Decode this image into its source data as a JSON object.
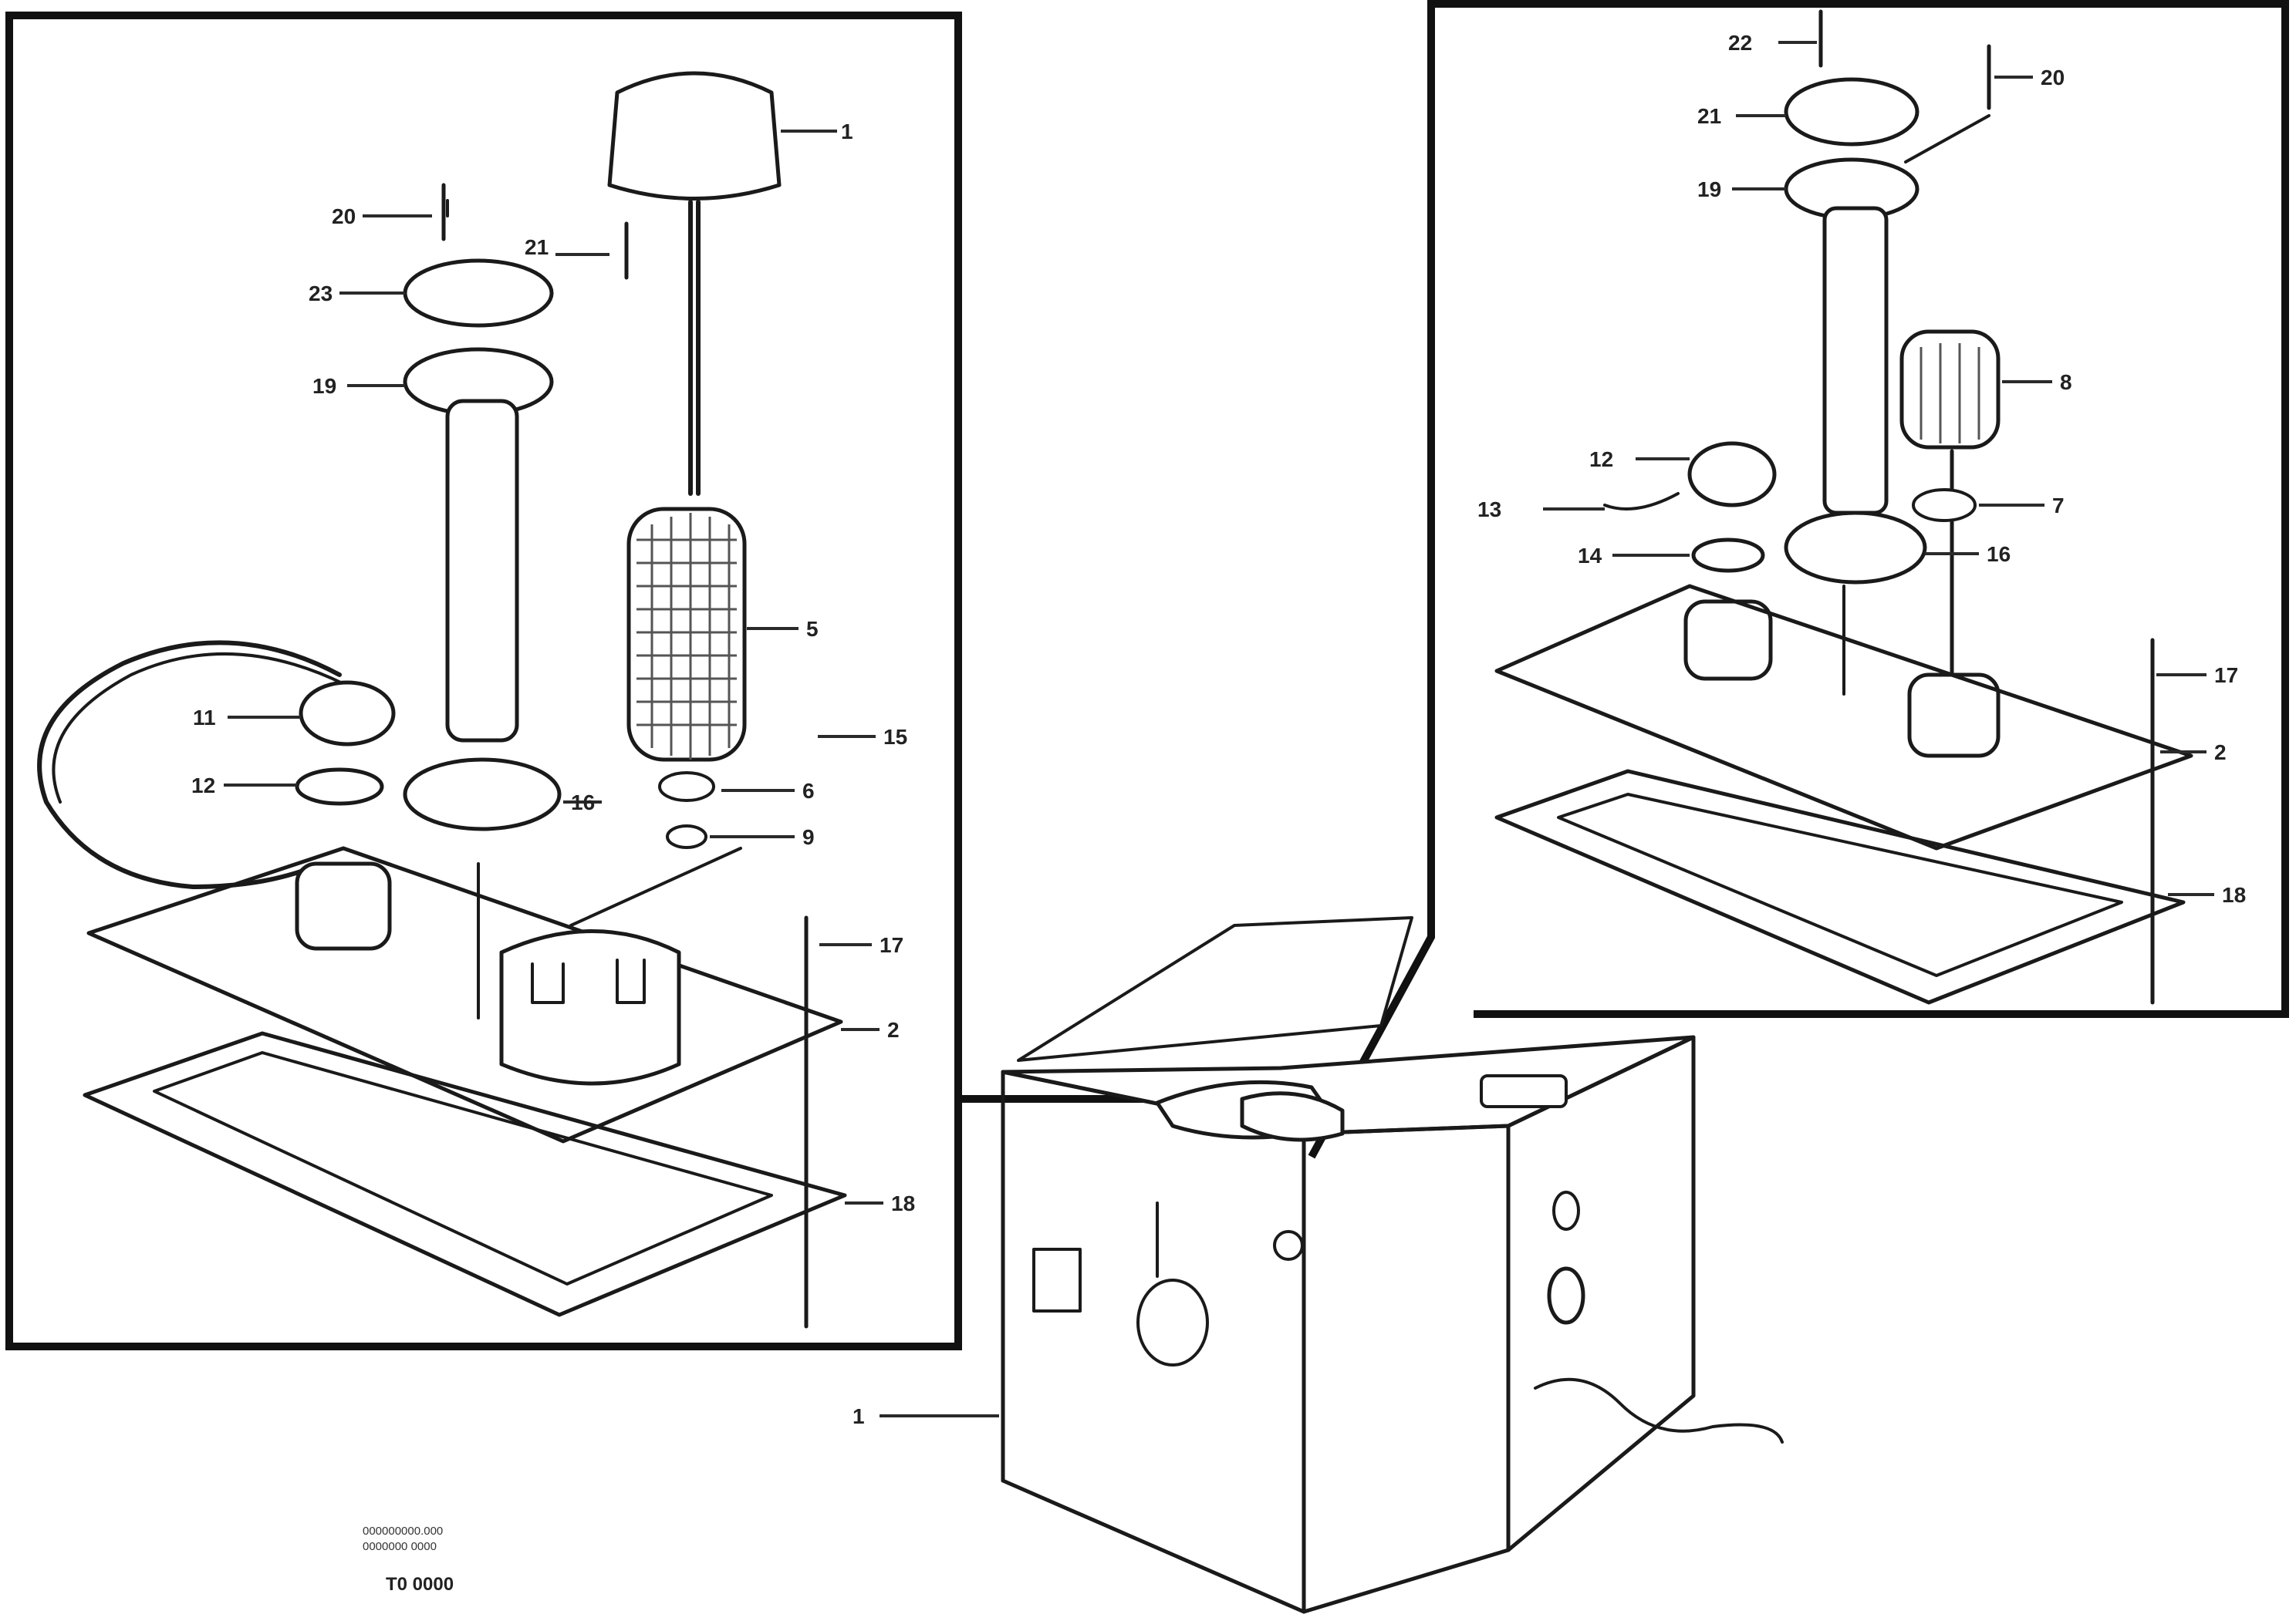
{
  "left_callouts": [
    "1",
    "20",
    "21",
    "23",
    "19",
    "5",
    "11",
    "12",
    "15",
    "6",
    "9",
    "16",
    "17",
    "2",
    "18"
  ],
  "right_callouts": [
    "22",
    "20",
    "21",
    "19",
    "8",
    "12",
    "13",
    "14",
    "7",
    "16",
    "17",
    "2",
    "18"
  ],
  "tank_callout": "1",
  "footer": {
    "ref_line_1": "000000000.000",
    "ref_line_2": "0000000 0000",
    "code": "T0 0000"
  }
}
